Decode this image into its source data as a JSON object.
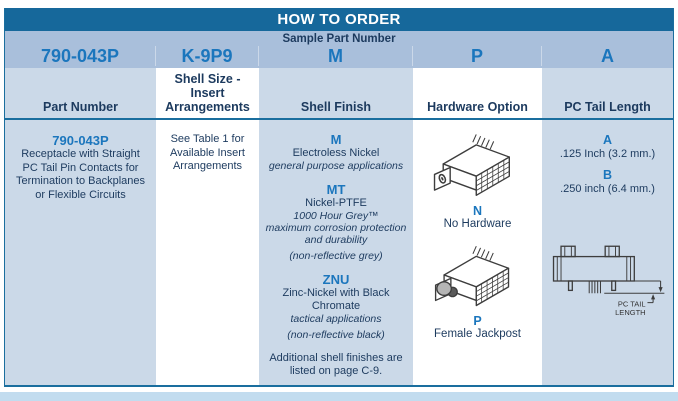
{
  "title": "HOW TO ORDER",
  "sample": {
    "label": "Sample Part Number",
    "values": [
      "790-043P",
      "K-9P9",
      "M",
      "P",
      "A"
    ]
  },
  "headers": [
    "Part Number",
    "Shell Size - Insert Arrangements",
    "Shell Finish",
    "Hardware Option",
    "PC Tail Length"
  ],
  "part_number": {
    "code": "790-043P",
    "description_lines": [
      "Receptacle with Straight",
      "PC Tail Pin Contacts for",
      "Termination to Backplanes",
      "or Flexible Circuits"
    ]
  },
  "shell_size": {
    "note": "See Table 1 for Available Insert Arrangements"
  },
  "shell_finish": {
    "options": [
      {
        "code": "M",
        "name": "Electroless Nickel",
        "note1": "general purpose applications",
        "note2": "",
        "note3": ""
      },
      {
        "code": "MT",
        "name": "Nickel-PTFE",
        "note1": "1000 Hour Grey™",
        "note2": "maximum corrosion protection and durability",
        "note3": "(non-reflective grey)"
      },
      {
        "code": "ZNU",
        "name": "Zinc-Nickel with Black Chromate",
        "note1": "tactical applications",
        "note2": "",
        "note3": "(non-reflective black)"
      }
    ],
    "footnote": "Additional shell finishes are listed on page C-9."
  },
  "hardware": {
    "options": [
      {
        "code": "N",
        "label": "No Hardware"
      },
      {
        "code": "P",
        "label": "Female Jackpost"
      }
    ]
  },
  "pc_tail": {
    "options": [
      {
        "code": "A",
        "label": ".125 Inch (3.2 mm.)"
      },
      {
        "code": "B",
        "label": ".250 inch (6.4 mm.)"
      }
    ],
    "diagram_label_line1": "PC TAIL",
    "diagram_label_line2": "LENGTH"
  },
  "colors": {
    "header_bar": "#16689b",
    "sample_band": "#a9bfdb",
    "tint_cell": "#cbd9e8",
    "accent_text": "#1b76bd",
    "navy_text": "#1c3a5e",
    "rule_line": "#1a6e9e",
    "bottom_strip": "#c2dcef"
  }
}
